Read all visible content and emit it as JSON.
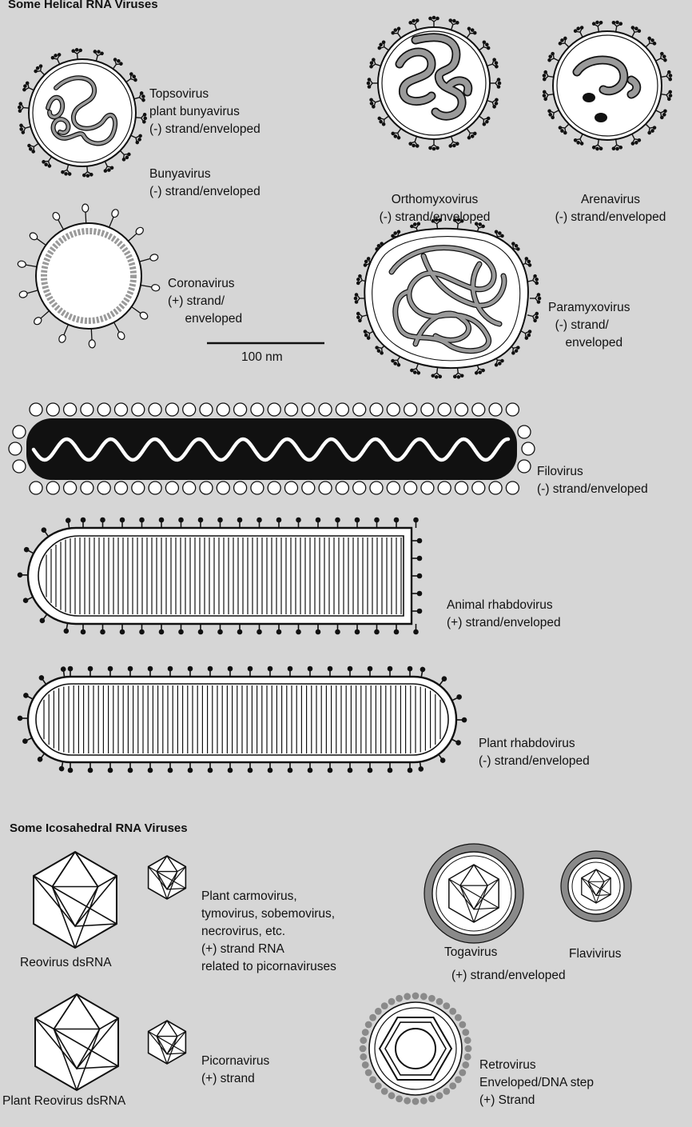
{
  "sections": {
    "helical_title": "Some Helical RNA Viruses",
    "icosahedral_title": "Some Icosahedral RNA Viruses"
  },
  "labels": {
    "topsovirus": [
      "Topsovirus",
      "plant bunyavirus",
      "(-) strand/enveloped"
    ],
    "bunyavirus": [
      "Bunyavirus",
      "(-) strand/enveloped"
    ],
    "orthomyxovirus": [
      "Orthomyxovirus",
      "(-) strand/enveloped"
    ],
    "arenavirus": [
      "Arenavirus",
      "(-) strand/enveloped"
    ],
    "coronavirus": [
      "Coronavirus",
      "(+) strand/",
      "     enveloped"
    ],
    "paramyxovirus": [
      "Paramyxovirus",
      "  (-) strand/",
      "     enveloped"
    ],
    "scale_bar": "100 nm",
    "filovirus": [
      "Filovirus",
      "(-) strand/enveloped"
    ],
    "animal_rhabdovirus": [
      "Animal rhabdovirus",
      "(+) strand/enveloped"
    ],
    "plant_rhabdovirus": [
      "Plant rhabdovirus",
      "(-) strand/enveloped"
    ],
    "reovirus": "Reovirus dsRNA",
    "plant_carmovirus": [
      "Plant carmovirus,",
      "tymovirus, sobemovirus,",
      "necrovirus, etc.",
      "(+) strand RNA",
      "related to picornaviruses"
    ],
    "togavirus": "Togavirus",
    "flavivirus": "Flavivirus",
    "toga_flavi_common": "(+) strand/enveloped",
    "picornavirus": [
      "Picornavirus",
      "(+) strand"
    ],
    "retrovirus": [
      "Retrovirus",
      "Enveloped/DNA step",
      "(+) Strand"
    ],
    "plant_reovirus": "Plant Reovirus dsRNA"
  },
  "colors": {
    "background": "#d6d6d6",
    "ink": "#111111",
    "capsule_fill": "#ffffff",
    "rna_gray": "#9a9a9a",
    "envelope_gray": "#8a8a8a"
  }
}
